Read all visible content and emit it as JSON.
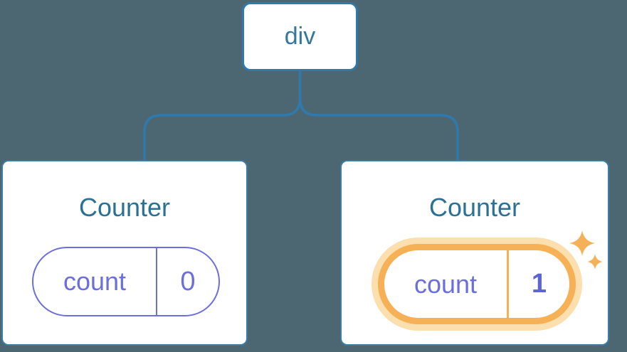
{
  "diagram": {
    "type": "component-tree",
    "background_color": "#4d6772",
    "connector_color": "#2f7aad",
    "root": {
      "label": "div"
    },
    "counters": [
      {
        "title": "Counter",
        "state_key": "count",
        "state_value": "0",
        "highlighted": false
      },
      {
        "title": "Counter",
        "state_key": "count",
        "state_value": "1",
        "highlighted": true
      }
    ],
    "icons": {
      "sparkles": "sparkles-icon"
    },
    "colors": {
      "card_background": "#ffffff",
      "card_border": "#3a7da5",
      "root_node_border": "#2f7aad",
      "root_node_text": "#35789f",
      "counter_title_text": "#2b7195",
      "state_pill_border": "#6b6fdd",
      "state_pill_text": "#6b6fdd",
      "highlighted_value_text": "#5c64d8",
      "highlight_border": "#f6b055",
      "highlight_halo": "#fbdfae",
      "sparkle": "#f5b158"
    }
  }
}
